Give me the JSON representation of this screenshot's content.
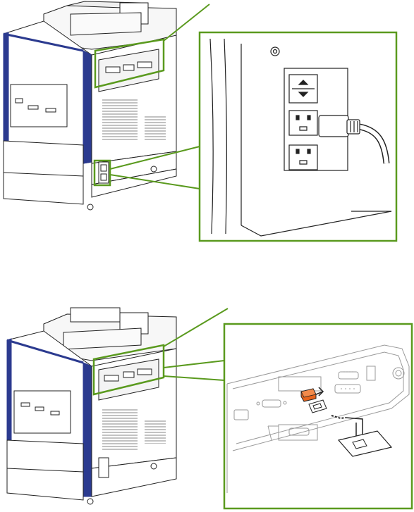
{
  "page": {
    "background": "#ffffff"
  },
  "colors": {
    "callout_green": "#5a9a1e",
    "printer_blue": "#2b3a8f",
    "line_dark": "#222222",
    "panel_gray": "#9a9a9a",
    "usb_orange": "#e8641c"
  },
  "figures": [
    {
      "name": "power-connection-figure",
      "callouts": [
        "rear-interface-panel",
        "power-inlet"
      ],
      "detail": "power-cord-plugged-into-upper-inlet"
    },
    {
      "name": "interface-connection-figure",
      "callouts": [
        "rear-interface-panel"
      ],
      "detail": "orange-usb-plug-being-inserted"
    }
  ],
  "icons": [
    "printer-icon",
    "power-switch-icon",
    "power-cord-icon",
    "usb-plug-icon",
    "ethernet-port-icon"
  ]
}
